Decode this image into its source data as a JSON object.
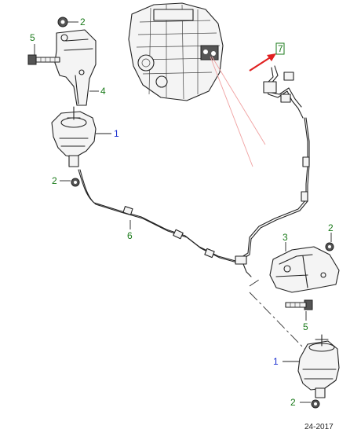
{
  "callouts": {
    "c1_top": "1",
    "c1_bottom": "1",
    "c2_top": "2",
    "c2_mid": "2",
    "c2_right": "2",
    "c2_bottom": "2",
    "c3": "3",
    "c4": "4",
    "c5_top": "5",
    "c5_mid": "5",
    "c6": "6",
    "c7": "7"
  },
  "reference": "24-2017",
  "colors": {
    "callout_green": "#1a7a1a",
    "callout_blue": "#1a2fd0",
    "highlight_red": "#e02020",
    "guide_red": "#f0a0a0",
    "line": "#222222"
  }
}
